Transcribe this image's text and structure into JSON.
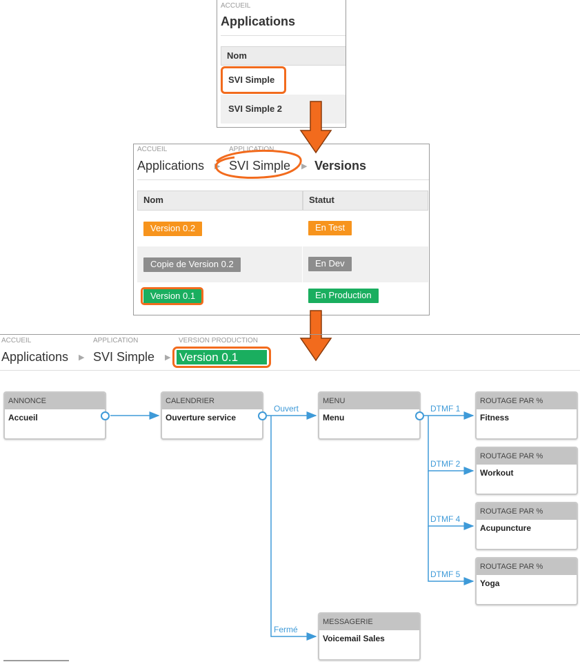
{
  "panel1": {
    "breadcrumb_label": "ACCUEIL",
    "title": "Applications",
    "column_header": "Nom",
    "rows": [
      "SVI Simple",
      "SVI Simple 2"
    ]
  },
  "panel2": {
    "breadcrumb": [
      {
        "label": "ACCUEIL",
        "value": "Applications"
      },
      {
        "label": "APPLICATION",
        "value": "SVI Simple"
      }
    ],
    "current": "Versions",
    "columns": [
      "Nom",
      "Statut"
    ],
    "rows": [
      {
        "name": "Version 0.2",
        "status": "En Test"
      },
      {
        "name": "Copie de Version 0.2",
        "status": "En Dev"
      },
      {
        "name": "Version 0.1",
        "status": "En Production"
      }
    ]
  },
  "panel3": {
    "breadcrumb": [
      {
        "label": "ACCUEIL",
        "value": "Applications"
      },
      {
        "label": "APPLICATION",
        "value": "SVI Simple"
      },
      {
        "label": "VERSION PRODUCTION",
        "value": "Version 0.1"
      }
    ]
  },
  "flow": {
    "nodes": {
      "annonce": {
        "type": "ANNONCE",
        "name": "Accueil"
      },
      "calendrier": {
        "type": "CALENDRIER",
        "name": "Ouverture service"
      },
      "menu": {
        "type": "MENU",
        "name": "Menu"
      },
      "messagerie": {
        "type": "MESSAGERIE",
        "name": "Voicemail Sales"
      },
      "fitness": {
        "type": "ROUTAGE PAR %",
        "name": "Fitness"
      },
      "workout": {
        "type": "ROUTAGE PAR %",
        "name": "Workout"
      },
      "acupuncture": {
        "type": "ROUTAGE PAR %",
        "name": "Acupuncture"
      },
      "yoga": {
        "type": "ROUTAGE PAR %",
        "name": "Yoga"
      }
    },
    "edge_labels": {
      "ouvert": "Ouvert",
      "ferme": "Fermé",
      "dtmf1": "DTMF 1",
      "dtmf2": "DTMF 2",
      "dtmf4": "DTMF 4",
      "dtmf5": "DTMF 5"
    }
  },
  "colors": {
    "accent_orange": "#f26b1d",
    "tag_orange": "#f7941d",
    "tag_grey": "#8d8d8d",
    "tag_green": "#1aae5f",
    "connector_blue": "#3e9ad8"
  }
}
